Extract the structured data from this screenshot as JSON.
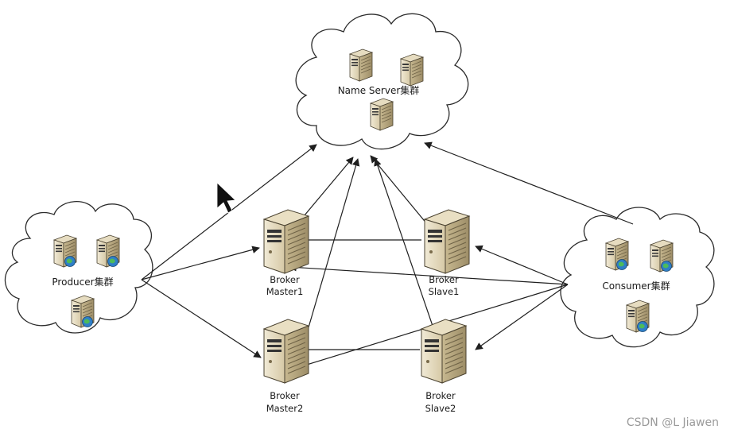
{
  "diagram": {
    "name_server_label": "Name Server集群",
    "producer_label": "Producer集群",
    "consumer_label": "Consumer集群",
    "broker_master1": {
      "line1": "Broker",
      "line2": "Master1"
    },
    "broker_slave1": {
      "line1": "Broker",
      "line2": "Slave1"
    },
    "broker_master2": {
      "line1": "Broker",
      "line2": "Master2"
    },
    "broker_slave2": {
      "line1": "Broker",
      "line2": "Slave2"
    }
  },
  "watermark": "CSDN @L Jiawen"
}
